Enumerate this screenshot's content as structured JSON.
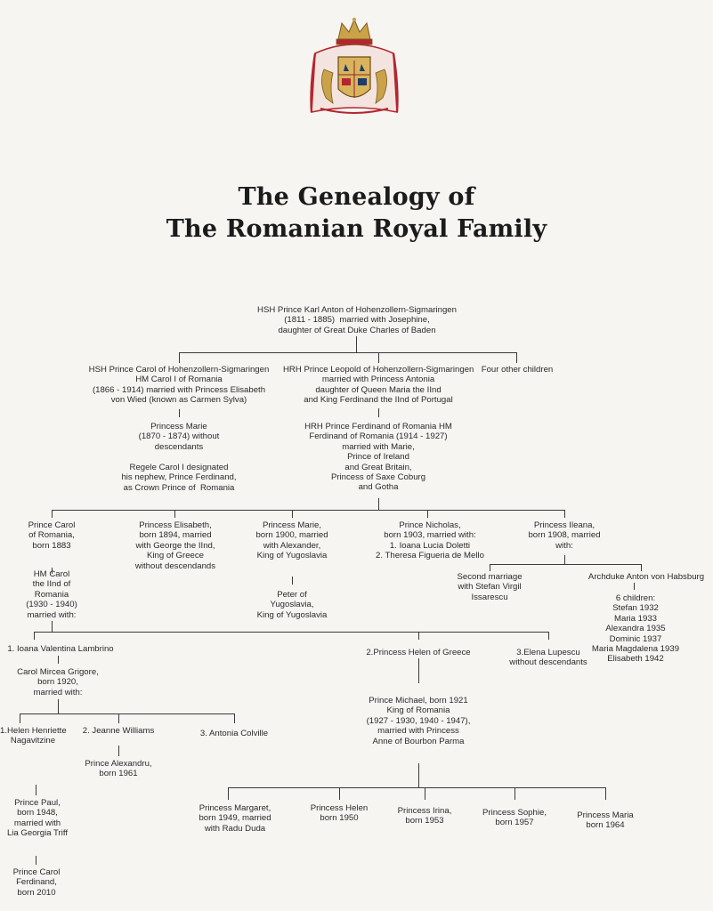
{
  "colors": {
    "background": "#f6f5f2",
    "text": "#222222",
    "crest_red": "#b3262f",
    "crest_gold": "#c9a24a"
  },
  "crest": {
    "icon": "romanian-royal-coat-of-arms"
  },
  "title": {
    "line1": "The Genealogy of",
    "line2": "The Romanian Royal Family"
  },
  "tree": {
    "root": "HSH Prince Karl Anton of Hohenzollern-Sigmaringen\n(1811 - 1885)  married with Josephine,\ndaughter of Great Duke Charles of Baden",
    "gen2": {
      "carol_i": "HSH Prince Carol of Hohenzollern-Sigmaringen\nHM Carol I of Romania\n(1866 - 1914) married with Princess Elisabeth\nvon Wied (known as Carmen Sylva)",
      "leopold": "HRH Prince Leopold of Hohenzollern-Sigmaringen\nmarried with Princess Antonia\ndaughter of Queen Maria the IInd\nand King Ferdinand the IInd of Portugal",
      "others": "Four other children"
    },
    "marie_1870": "Princess Marie\n(1870 - 1874) without\ndescendants",
    "designation": "Regele Carol I designated\nhis nephew, Prince Ferdinand,\nas Crown Prince of  Romania",
    "ferdinand": "HRH Prince Ferdinand of Romania HM\nFerdinand of Romania (1914 - 1927)\nmarried with Marie,\nPrince of Ireland\nand Great Britain,\nPrincess of Saxe Coburg\nand Gotha",
    "gen4": {
      "carol_ii": "Prince Carol\nof Romania,\nborn 1883",
      "carol_ii_reign": "HM Carol\nthe IInd of\nRomania\n(1930 - 1940)\nmarried with:",
      "elisabeth": "Princess Elisabeth,\nborn 1894, married\nwith George the IInd,\nKing of Greece\nwithout descendands",
      "marie_1900": "Princess Marie,\nborn 1900, married\nwith Alexander,\nKing of Yugoslavia",
      "peter": "Peter of\nYugoslavia,\nKing of Yugoslavia",
      "nicholas": "Prince Nicholas,\nborn 1903, married with:\n1. Ioana Lucia Doletti\n2. Theresa Figueria de Mello",
      "ileana": "Princess Ileana,\nborn 1908, married\nwith:",
      "ileana_second": "Second marriage\nwith Stefan Virgil\nIssarescu",
      "ileana_first": "Archduke Anton von Habsburg",
      "ileana_children": "6 children:\nStefan 1932\nMaria 1933\nAlexandra 1935\nDominic 1937\nMaria Magdalena 1939\nElisabeth 1942"
    },
    "carol_ii_wives": {
      "w1": "1. Ioana Valentina Lambrino",
      "w2": "2.Princess Helen of Greece",
      "w3": "3.Elena Lupescu\nwithout descendants"
    },
    "mircea": "Carol Mircea Grigore,\nborn 1920,\nmarried with:",
    "mircea_wives": {
      "w1": "1.Helen Henriette\nNagavitzine",
      "w2": "2. Jeanne Williams",
      "w3": "3. Antonia Colville"
    },
    "alexandru": "Prince Alexandru,\nborn 1961",
    "paul": "Prince Paul,\nborn 1948,\nmarried with\nLia Georgia Triff",
    "carol_ferdinand": "Prince Carol\nFerdinand,\nborn 2010",
    "michael": "Prince Michael, born 1921\nKing of Romania\n(1927 - 1930, 1940 - 1947),\nmarried with Princess\nAnne of Bourbon Parma",
    "michael_children": {
      "margaret": "Princess Margaret,\nborn 1949, married\nwith Radu Duda",
      "helen": "Princess Helen\nborn 1950",
      "irina": "Princess Irina,\nborn 1953",
      "sophie": "Princess Sophie,\nborn 1957",
      "maria": "Princess Maria\nborn 1964"
    }
  }
}
